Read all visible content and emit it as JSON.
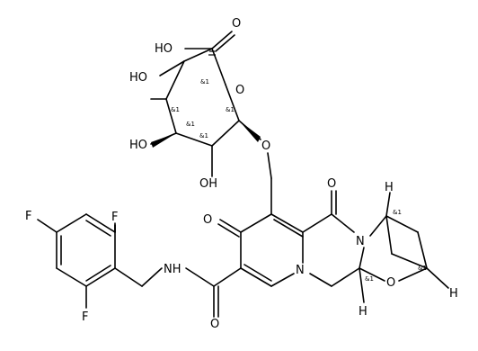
{
  "molecule": {
    "labels": {
      "ho_acid": "HO",
      "o_carbonyl_acid": "O",
      "ho_1": "HO",
      "ho_2": "HO",
      "oh_bottom": "OH",
      "o_ring": "O",
      "o_link": "O",
      "o_top": "O",
      "o_ketone_left": "O",
      "o_amide": "O",
      "o_bridge": "O",
      "n_top": "N",
      "n_mid": "N",
      "nh": "NH",
      "h_top": "H",
      "h_right": "H",
      "h_bottom": "H",
      "f_top": "F",
      "f_left": "F",
      "f_bottom": "F"
    },
    "stereo_marks": {
      "s1": "&1",
      "s2": "&1",
      "s3": "&1",
      "s4": "&1",
      "s5": "&1",
      "s6": "&1",
      "s7": "&1",
      "s8": "&1"
    }
  }
}
